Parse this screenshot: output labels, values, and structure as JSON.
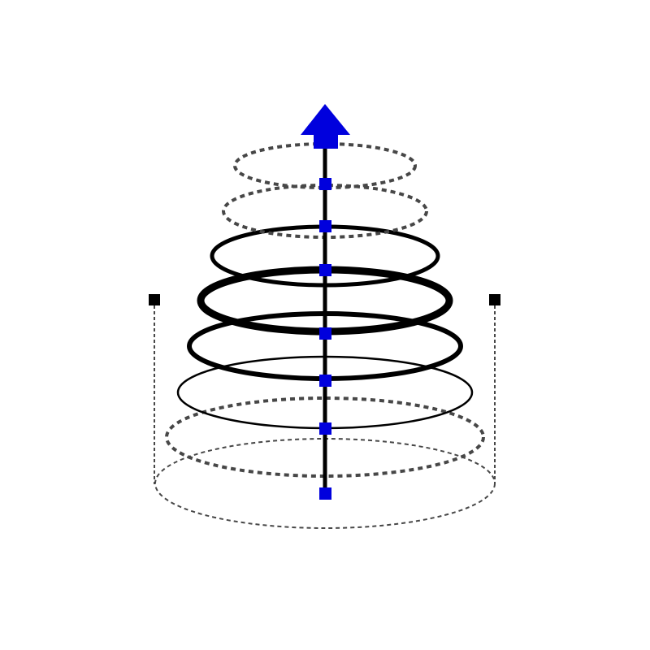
{
  "colors": {
    "accent": "#0000dd",
    "line": "#000000",
    "dotted": "#474747"
  },
  "rings": [
    {
      "style": "dotted"
    },
    {
      "style": "dotted"
    },
    {
      "style": "solid"
    },
    {
      "style": "solid-thick"
    },
    {
      "style": "solid"
    },
    {
      "style": "solid-thin"
    },
    {
      "style": "dotted"
    },
    {
      "style": "dashed-thin"
    }
  ],
  "axis_markers": 7
}
